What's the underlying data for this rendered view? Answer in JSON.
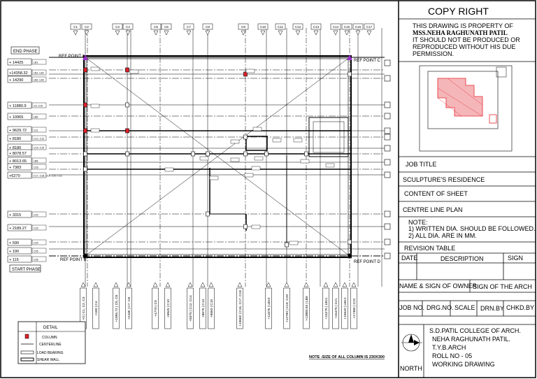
{
  "plan": {
    "top_tags": [
      "C1",
      "C2",
      "C3",
      "C4",
      "C5",
      "C6",
      "C7",
      "C8",
      "C9",
      "C10",
      "C11",
      "C12",
      "C13",
      "C14",
      "C15",
      "C16",
      "C17"
    ],
    "left_levels": [
      {
        "value": "+ 14425",
        "tag": "LB1"
      },
      {
        "value": "+14358.32",
        "tag": "LB1, LB2"
      },
      {
        "value": "+ 14290",
        "tag": "LB2, LB3"
      },
      {
        "value": "+ 11880.9",
        "tag": "C9, C10"
      },
      {
        "value": "+ 10965",
        "tag": "LB5"
      },
      {
        "value": "+ 9629.72",
        "tag": "C11"
      },
      {
        "value": "+ 8180",
        "tag": "C12, C13"
      },
      {
        "value": "+ 8180",
        "tag": "C14, C15"
      },
      {
        "value": "+ 8078.57",
        "tag": ""
      },
      {
        "value": "+ 8013.65",
        "tag": "LB8"
      },
      {
        "value": "+ 7383",
        "tag": "C16"
      },
      {
        "value": "+6270",
        "tag": "C17, C18, C19, C20, C21"
      },
      {
        "value": "+ 3315",
        "tag": "C22"
      },
      {
        "value": "+ 2189.27",
        "tag": "C23"
      },
      {
        "value": "+ 590",
        "tag": "C24"
      },
      {
        "value": "+ 190",
        "tag": "C25"
      },
      {
        "value": "+ 115",
        "tag": "C26"
      }
    ],
    "bottom_labels": [
      "+0 | C1, C2, C3",
      "+180 | C4",
      "+1995.72 | C5, C6",
      "+2435 | C7, C8",
      "+4770 | C9",
      "+6945 | C10",
      "+8375 | C12, C14",
      "+8675 | C13",
      "+9660 | C15",
      "+10660 | C16, C17, C18",
      "+11675 | LB10",
      "+12790 | C19, C20",
      "+13880.93 | LB9",
      "+16275 | LB11",
      "+16475 | C21",
      "+16540 | LB12",
      "+17365 | C22"
    ],
    "end_phase": "END PHASE",
    "start_phase": "START PHASE",
    "ref_a": "REF POINT A",
    "ref_b": "REF POINT B",
    "ref_c": "REF POINT C",
    "ref_d": "REF POINT D",
    "note": "NOTE -SIZE OF ALL COLUMN IS 230X300",
    "legend": {
      "title": "DETAIL",
      "items": [
        "COLUMN",
        "CENTERLINE",
        "LOAD BEARING",
        "SHEAR WALL"
      ]
    }
  },
  "title_block": {
    "copyright_title": "COPY RIGHT",
    "copyright_line1": "THIS DRAWING IS PROPERTY OF",
    "copyright_owner": "MSS.NEHA RAGHUNATH PATIL",
    "copyright_line2": " IT SHOULD NOT BE PRODUCED OR",
    "copyright_line3": "REPRODUCED WITHOUT HIS DUE",
    "copyright_line4": "PERMISSION.",
    "job_title_label": "JOB TITLE",
    "job_title_value": "SCULPTURE'S RESIDENCE",
    "content_label": "CONTENT OF SHEET",
    "content_value": "CENTRE LINE PLAN",
    "note_title": "NOTE:",
    "note_1": "1) WRITTEN DIA. SHOULD BE FOLLOWED.",
    "note_2": "2) ALL DIA. ARE IN MM.",
    "revision_table": "REVISION TABLE",
    "rev_date": "DATE",
    "rev_desc": "DESCRIPTION",
    "rev_sign": "SIGN",
    "owner_sign": "NAME & SIGN OF OWNER",
    "arch_sign": "SIGN OF THE ARCH",
    "job_no": "JOB NO.",
    "drg_no": "DRG.NO.",
    "scale": "SCALE",
    "drn_by": "DRN.BY",
    "chkd_by": "CHKD.BY",
    "college": "S.D.PATIL COLLEGE OF ARCH.",
    "student": "NEHA RAGHUNATH PATIL.",
    "class": "T.Y.B.ARCH",
    "roll": "ROLL NO - 05",
    "drawing_type": "WORKING DRAWING",
    "north": "NORTH"
  },
  "colors": {
    "line": "#000000",
    "column_red": "#e0202a",
    "ref_point": "#9b30c8",
    "hatch": "#e8262e"
  }
}
